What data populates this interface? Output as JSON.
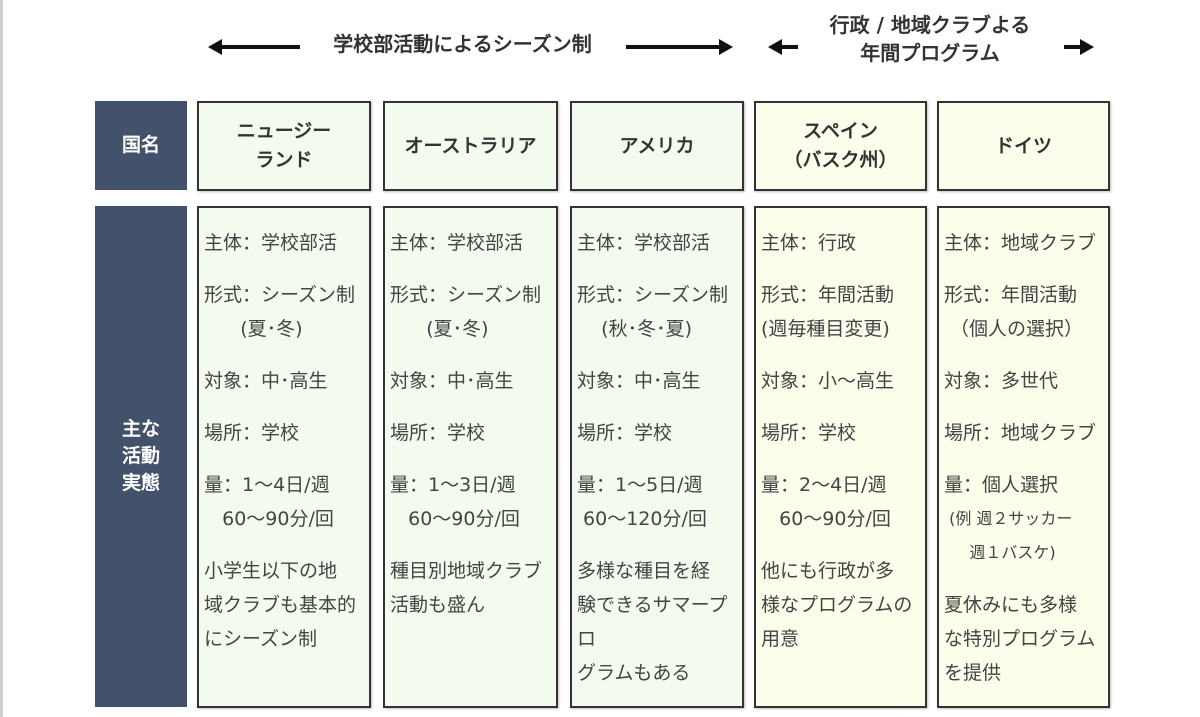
{
  "banners": {
    "school": {
      "text": "学校部活動によるシーズン制"
    },
    "regional": {
      "line1": "行政 / 地域クラブよる",
      "line2": "年間プログラム"
    }
  },
  "row_labels": {
    "country": "国名",
    "activity": "主な\n活動\n実態"
  },
  "colors": {
    "label_bg": "#44516a",
    "school_bg": "#f3fbee",
    "regional_bg": "#fdfdeb",
    "border": "#333333"
  },
  "countries": [
    {
      "name": "ニュージー\nランド",
      "group": "school",
      "lines": [
        {
          "text": "主体：学校部活",
          "gap": true
        },
        {
          "text": "形式：シーズン制"
        },
        {
          "text": "      (夏･冬)",
          "gap": true
        },
        {
          "text": "対象：中･高生",
          "gap": true
        },
        {
          "text": "場所：学校",
          "gap": true
        },
        {
          "text": "量：1～4日/週"
        },
        {
          "text": "   60～90分/回",
          "gap": true
        }
      ],
      "note": "小学生以下の地\n域クラブも基本的\nにシーズン制"
    },
    {
      "name": "オーストラリア",
      "group": "school",
      "lines": [
        {
          "text": "主体：学校部活",
          "gap": true
        },
        {
          "text": "形式：シーズン制"
        },
        {
          "text": "      (夏･冬)",
          "gap": true
        },
        {
          "text": "対象：中･高生",
          "gap": true
        },
        {
          "text": "場所：学校",
          "gap": true
        },
        {
          "text": "量：1～3日/週"
        },
        {
          "text": "   60～90分/回",
          "gap": true
        }
      ],
      "note": "種目別地域クラブ\n活動も盛ん"
    },
    {
      "name": "アメリカ",
      "group": "school",
      "lines": [
        {
          "text": "主体：学校部活",
          "gap": true
        },
        {
          "text": "形式：シーズン制"
        },
        {
          "text": "    (秋･冬･夏)",
          "gap": true
        },
        {
          "text": "対象：中･高生",
          "gap": true
        },
        {
          "text": "場所：学校",
          "gap": true
        },
        {
          "text": "量：1～5日/週"
        },
        {
          "text": " 60～120分/回",
          "gap": true
        }
      ],
      "note": "多様な種目を経\n験できるサマープロ\nグラムもある"
    },
    {
      "name": "スペイン\n（バスク州）",
      "group": "regional",
      "lines": [
        {
          "text": "主体：行政",
          "gap": true
        },
        {
          "text": "形式：年間活動"
        },
        {
          "text": "(週毎種目変更)",
          "gap": true
        },
        {
          "text": "対象：小～高生",
          "gap": true
        },
        {
          "text": "場所：学校",
          "gap": true
        },
        {
          "text": "量：2～4日/週"
        },
        {
          "text": "   60～90分/回",
          "gap": true
        }
      ],
      "note": "他にも行政が多\n様なプログラムの\n用意"
    },
    {
      "name": "ドイツ",
      "group": "regional",
      "lines": [
        {
          "text": "主体：地域クラブ",
          "gap": true
        },
        {
          "text": "形式：年間活動"
        },
        {
          "text": " （個人の選択）",
          "gap": true
        },
        {
          "text": "対象：多世代",
          "gap": true
        },
        {
          "text": "場所：地域クラブ",
          "gap": true
        },
        {
          "text": "量：個人選択"
        },
        {
          "text": " (例 週２サッカー",
          "small": true
        },
        {
          "text": "     週１バスケ)",
          "small": true,
          "gap": true
        }
      ],
      "note": "夏休みにも多様\nな特別プログラム\nを提供"
    }
  ]
}
